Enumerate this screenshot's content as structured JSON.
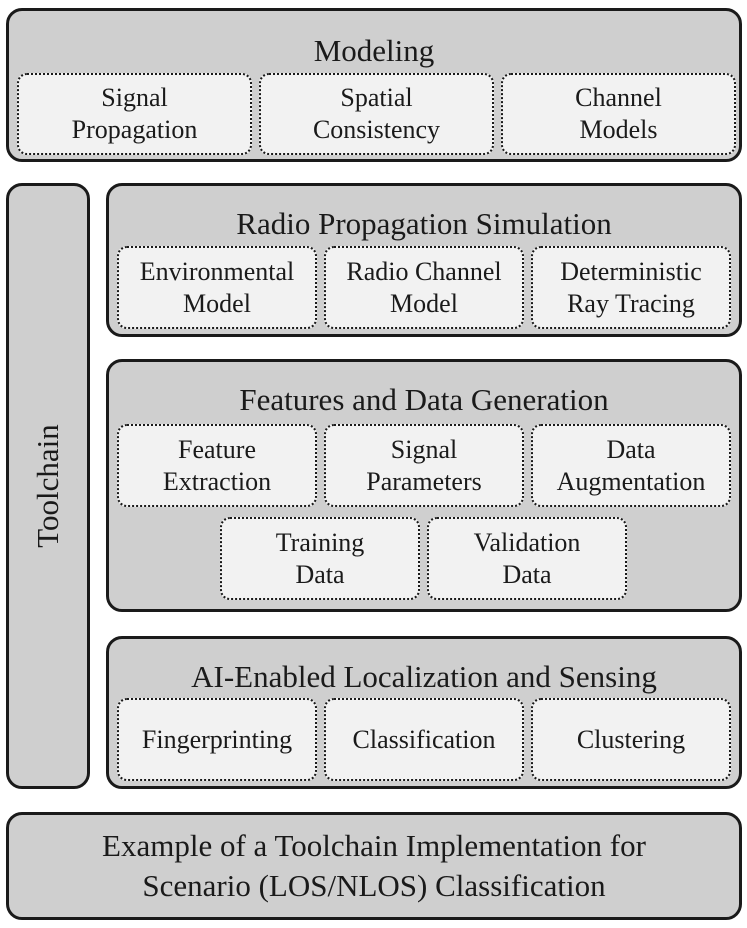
{
  "modeling": {
    "title": "Modeling",
    "items": [
      {
        "line1": "Signal",
        "line2": "Propagation"
      },
      {
        "line1": "Spatial",
        "line2": "Consistency"
      },
      {
        "line1": "Channel",
        "line2": "Models"
      }
    ]
  },
  "toolchain": {
    "label": "Toolchain",
    "radio": {
      "title": "Radio Propagation Simulation",
      "items": [
        {
          "line1": "Environmental",
          "line2": "Model"
        },
        {
          "line1": "Radio Channel",
          "line2": "Model"
        },
        {
          "line1": "Deterministic",
          "line2": "Ray Tracing"
        }
      ]
    },
    "features": {
      "title": "Features and Data Generation",
      "items": [
        {
          "line1": "Feature",
          "line2": "Extraction"
        },
        {
          "line1": "Signal",
          "line2": "Parameters"
        },
        {
          "line1": "Data",
          "line2": "Augmentation"
        },
        {
          "line1": "Training",
          "line2": "Data"
        },
        {
          "line1": "Validation",
          "line2": "Data"
        }
      ]
    },
    "ai": {
      "title": "AI-Enabled Localization and Sensing",
      "items": [
        {
          "line1": "Fingerprinting"
        },
        {
          "line1": "Classification"
        },
        {
          "line1": "Clustering"
        }
      ]
    }
  },
  "footer": {
    "line1": "Example of a Toolchain Implementation for",
    "line2": "Scenario (LOS/NLOS) Classification"
  }
}
